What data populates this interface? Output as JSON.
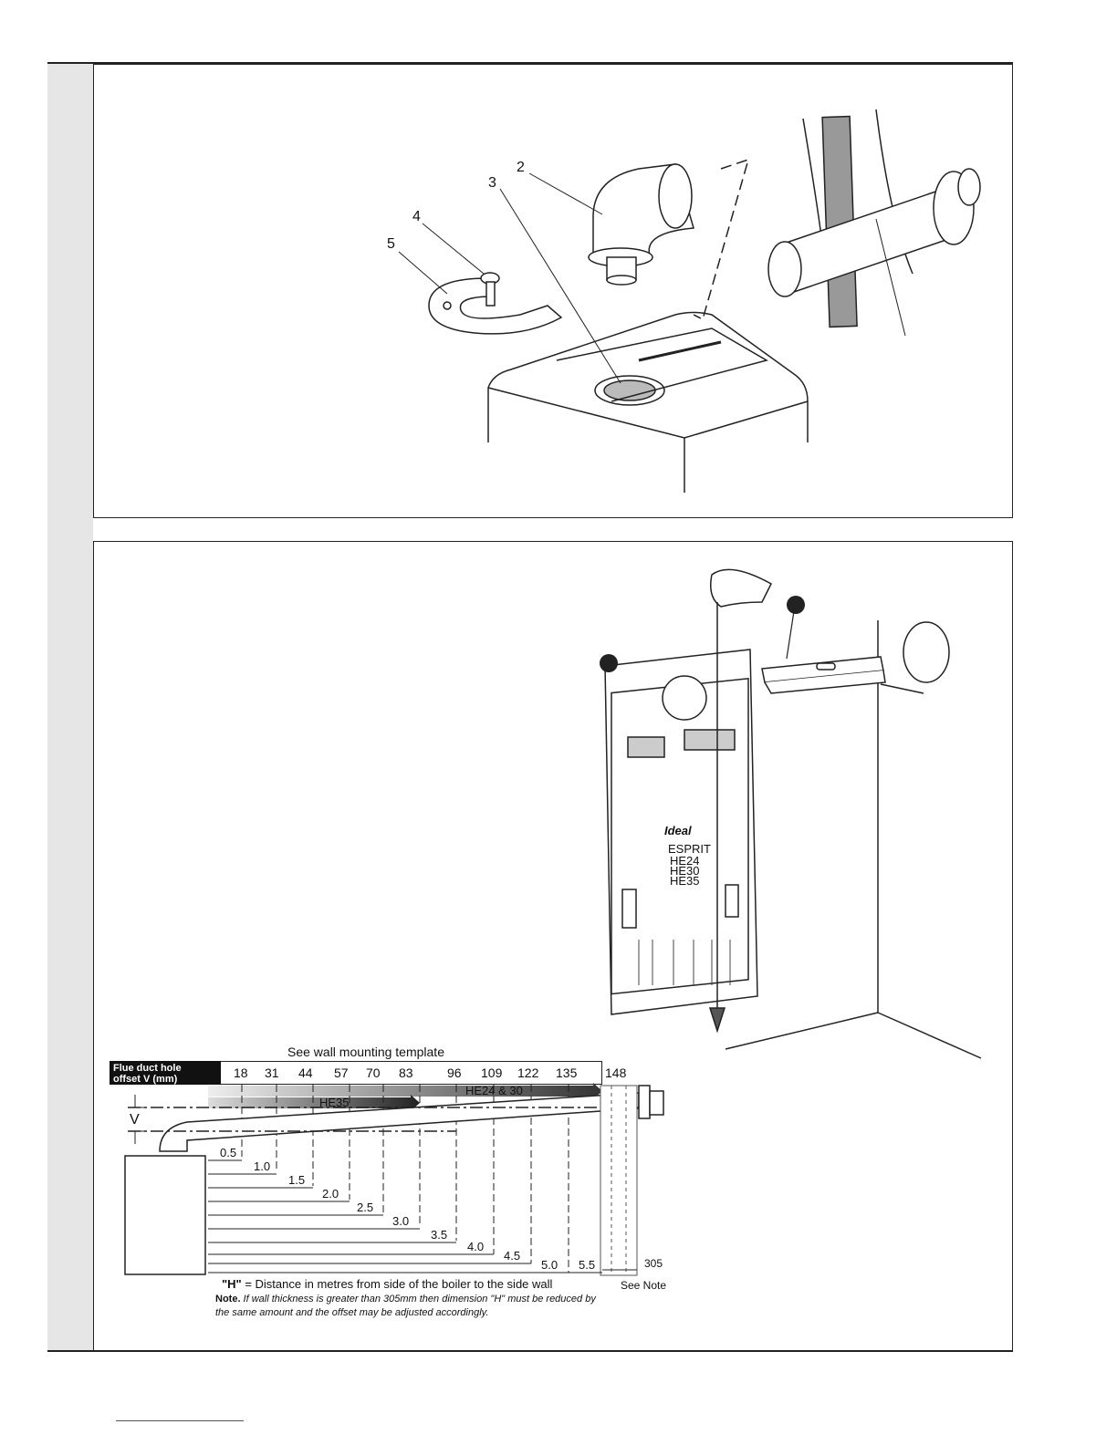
{
  "figure_top": {
    "callouts": [
      "2",
      "3",
      "4",
      "5"
    ]
  },
  "flue_table": {
    "title": "See wall mounting template",
    "header_line1": "Flue duct hole",
    "header_line2": "offset V (mm)",
    "offsets": [
      "18",
      "31",
      "44",
      "57",
      "70",
      "83",
      "96",
      "109",
      "122",
      "135",
      "148"
    ],
    "arrow_labels": [
      "HE24 & 30",
      "HE35"
    ],
    "v_label": "V",
    "distances": [
      "0.5",
      "1.0",
      "1.5",
      "2.0",
      "2.5",
      "3.0",
      "3.5",
      "4.0",
      "4.5",
      "5.0",
      "5.5"
    ],
    "wall_dim": "305",
    "see_note": "See  Note",
    "h_caption_bold": "\"H\"",
    "h_caption_rest": " = Distance in metres from side of the boiler to the side wall",
    "note_label": "Note.",
    "note_text": " If wall thickness is greater than 305mm then dimension \"H\" must be reduced by the same amount and the offset may be adjusted accordingly."
  },
  "template_sheet": {
    "brand": "Ideal",
    "model": "ESPRIT",
    "variants": [
      "HE24",
      "HE30",
      "HE35"
    ]
  }
}
